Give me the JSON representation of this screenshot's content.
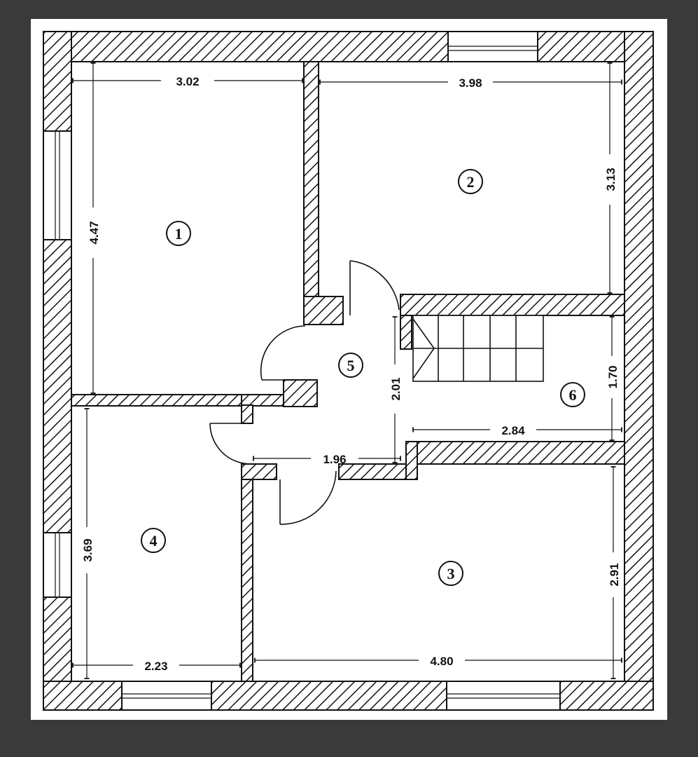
{
  "colors": {
    "frame": "#3a3a3a",
    "paper": "#ffffff",
    "ink": "#111111"
  },
  "rooms": [
    {
      "id": "1",
      "label": "1"
    },
    {
      "id": "2",
      "label": "2"
    },
    {
      "id": "3",
      "label": "3"
    },
    {
      "id": "4",
      "label": "4"
    },
    {
      "id": "5",
      "label": "5"
    },
    {
      "id": "6",
      "label": "6"
    }
  ],
  "dimensions": {
    "room1_width": "3.02",
    "room1_height": "4.47",
    "room2_width": "3.98",
    "room2_height": "3.13",
    "room3_width": "4.80",
    "room3_height": "2.91",
    "room4_width": "2.23",
    "room4_height": "3.69",
    "room5_width": "1.96",
    "room5_height": "2.01",
    "room6_width": "2.84",
    "room6_height": "1.70"
  }
}
